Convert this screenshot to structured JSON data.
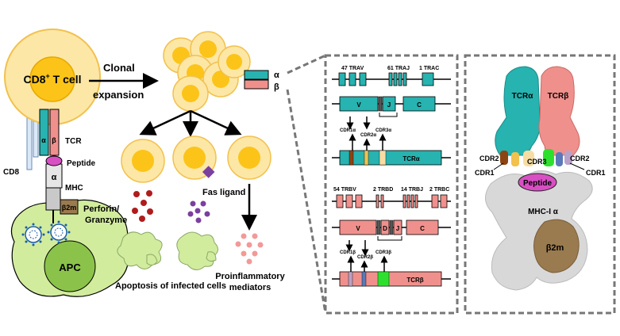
{
  "left": {
    "tcell_label": "CD8",
    "tcell_sup": "+",
    "tcell_rest": " T cell",
    "tcr_alpha": "α",
    "tcr_beta": "β",
    "tcr": "TCR",
    "peptide": "Peptide",
    "cd8": "CD8",
    "mhc_alpha": "α",
    "mhc": "MHC",
    "b2m": "β2m",
    "apc": "APC"
  },
  "middle": {
    "clonal": "Clonal",
    "expansion": "expansion",
    "alpha": "α",
    "beta": "β",
    "perforin1": "Perforin/",
    "perforin2": "Granzyme",
    "fas": "Fas ligand",
    "apoptosis": "Apoptosis of infected cells",
    "proinfl1": "Proinflammatory",
    "proinfl2": "mediators"
  },
  "genes": {
    "trav": "47 TRAV",
    "traj": "61 TRAJ",
    "trac": "1 TRAC",
    "v": "V",
    "j": "J",
    "c": "C",
    "cdr1a": "CDR1α",
    "cdr2a": "CDR2α",
    "cdr3a": "CDR3α",
    "tcra_chain": "TCRα",
    "trbv": "54 TRBV",
    "trbd": "2 TRBD",
    "trbj": "14 TRBJ",
    "trbc": "2 TRBC",
    "d": "D",
    "cdr1b": "CDR1β",
    "cdr2b": "CDR2β",
    "cdr3b": "CDR3β",
    "tcrb_chain": "TCRβ"
  },
  "structure": {
    "tcra": "TCRα",
    "tcrb": "TCRβ",
    "cdr2_left": "CDR2",
    "cdr3": "CDR3",
    "cdr2_right": "CDR2",
    "cdr1_left": "CDR1",
    "cdr1_right": "CDR1",
    "peptide": "Peptide",
    "mhc_alpha": "MHC-I α",
    "b2m": "β2m"
  },
  "colors": {
    "teal": "#27b3b0",
    "salmon": "#f0908c",
    "yellow": "#fcc419",
    "cellfill": "#fde7a6",
    "green_cell": "#d2ec9e",
    "magenta": "#d84fc4",
    "gray": "#d8d8d8"
  }
}
